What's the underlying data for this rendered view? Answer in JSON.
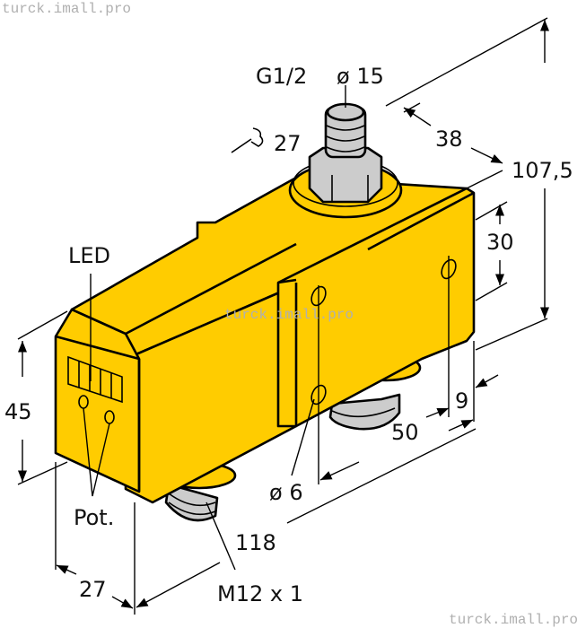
{
  "watermark": "turck.imall.pro",
  "colors": {
    "body": "#FFCC00",
    "metal": "#CCCCCC",
    "led": "#999999",
    "outline": "#000000"
  },
  "labels": {
    "thread_top": "G1/2",
    "diameter_top": "ø 15",
    "wrench": "27",
    "depth_38": "38",
    "height_total": "107,5",
    "height_30": "30",
    "led": "LED",
    "height_45": "45",
    "pot": "Pot.",
    "hole_diameter": "ø 6",
    "dim_50": "50",
    "dim_9": "9",
    "length_118": "118",
    "width_27": "27",
    "connector": "M12 x 1"
  }
}
